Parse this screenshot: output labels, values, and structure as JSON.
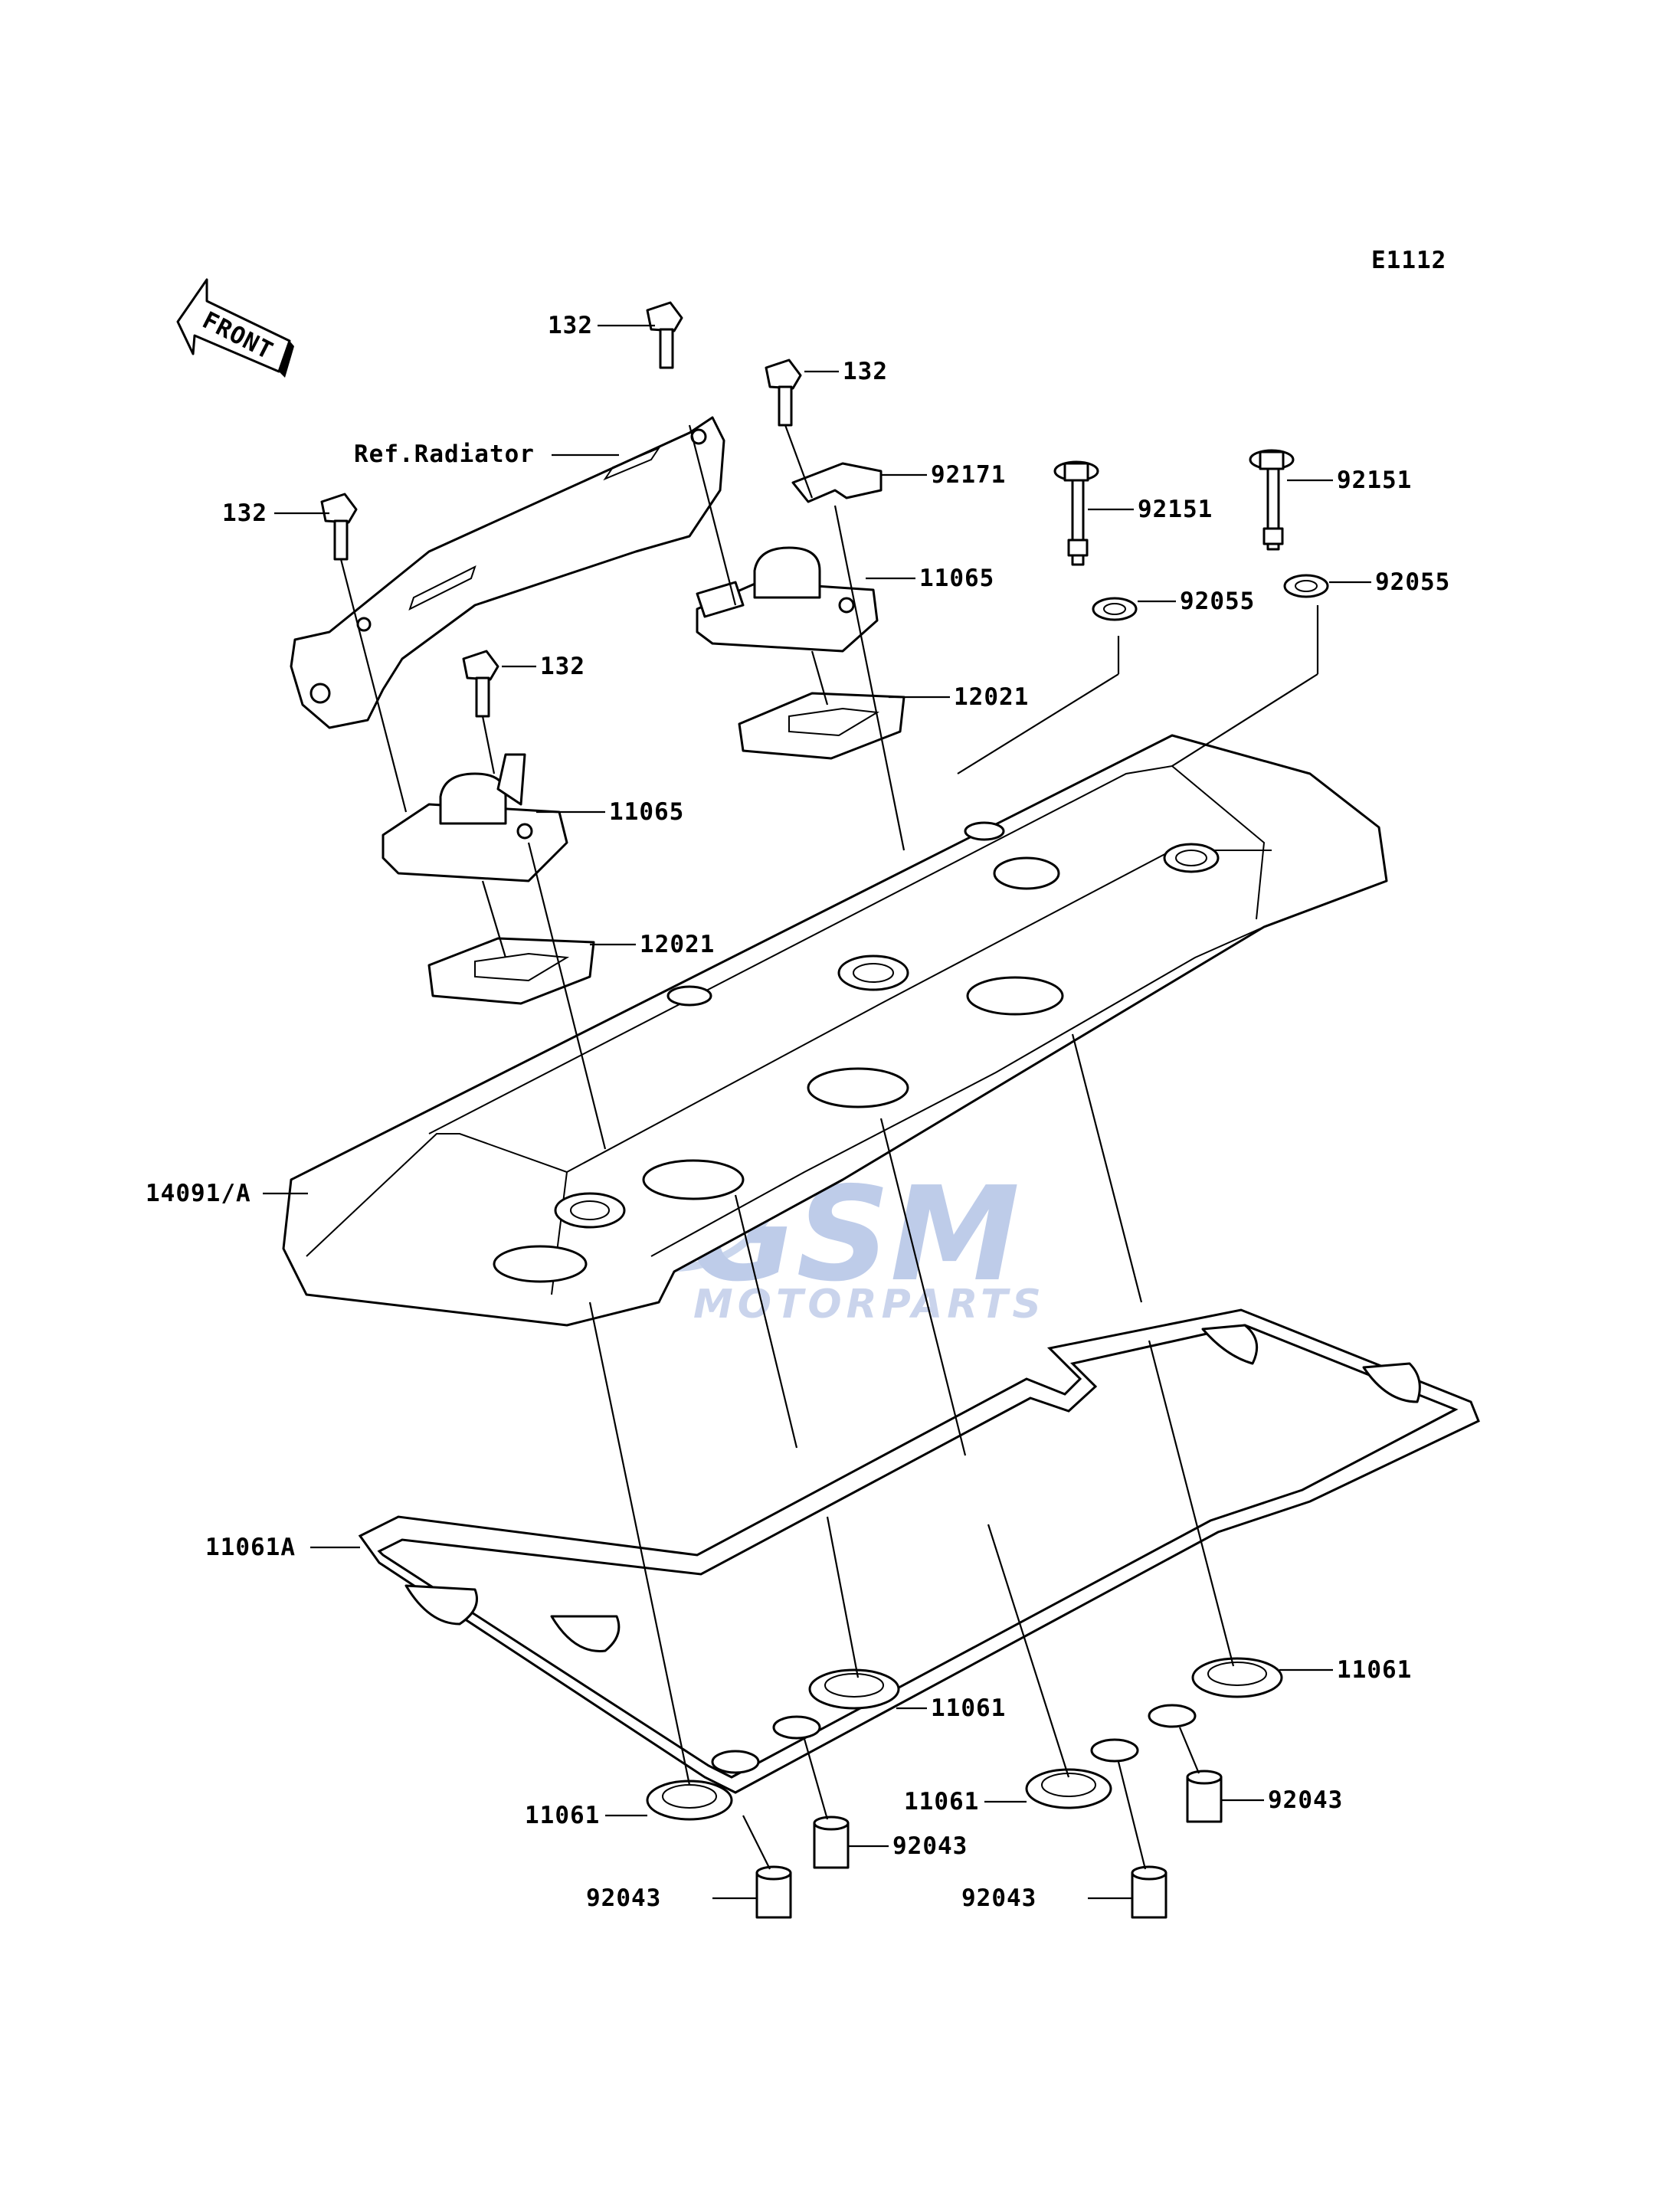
{
  "diagram": {
    "code": "E1112",
    "front_label": "FRONT",
    "ref_label": "Ref.Radiator",
    "watermark": {
      "main": "GSM",
      "sub": "MOTORPARTS",
      "color": "#5b7fc4"
    },
    "callouts": {
      "c_132_a": "132",
      "c_132_b": "132",
      "c_132_c": "132",
      "c_132_d": "132",
      "c_92171": "92171",
      "c_92151_a": "92151",
      "c_92151_b": "92151",
      "c_92055_a": "92055",
      "c_92055_b": "92055",
      "c_11065_a": "11065",
      "c_11065_b": "11065",
      "c_12021_a": "12021",
      "c_12021_b": "12021",
      "c_14091": "14091/A",
      "c_11061A": "11061A",
      "c_11061_a": "11061",
      "c_11061_b": "11061",
      "c_11061_c": "11061",
      "c_11061_d": "11061",
      "c_92043_a": "92043",
      "c_92043_b": "92043",
      "c_92043_c": "92043",
      "c_92043_d": "92043"
    }
  }
}
